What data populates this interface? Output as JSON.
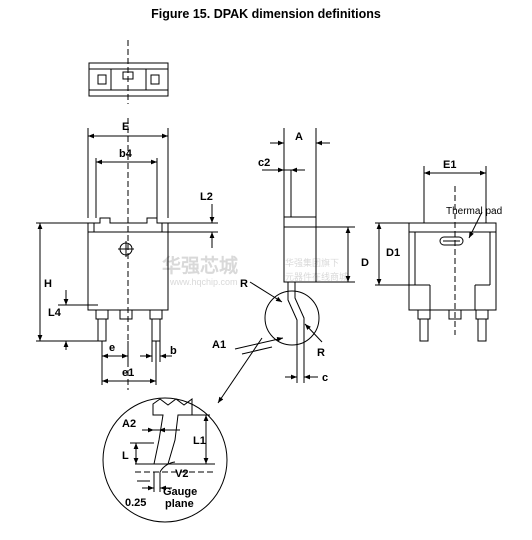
{
  "title": "Figure 15. DPAK dimension definitions",
  "labels": {
    "E": "E",
    "b4": "b4",
    "L2": "L2",
    "H": "H",
    "L4": "L4",
    "e": "e",
    "b": "b",
    "e1": "e1",
    "A": "A",
    "c2": "c2",
    "D": "D",
    "R1": "R",
    "R2": "R",
    "A1": "A1",
    "c": "c",
    "E1": "E1",
    "thermal_pad": "Thermal pad",
    "D1": "D1",
    "A2": "A2",
    "L1": "L1",
    "L": "L",
    "V2": "V2",
    "gauge_value": "0.25",
    "gauge_plane_1": "Gauge",
    "gauge_plane_2": "plane"
  },
  "watermark": {
    "brand": "华强芯城",
    "url": "www.hqchip.com",
    "slogan_1": "华强集团旗下",
    "slogan_2": "元器件在线商城"
  },
  "colors": {
    "line": "#000000",
    "watermark": "#d9d9d9"
  }
}
